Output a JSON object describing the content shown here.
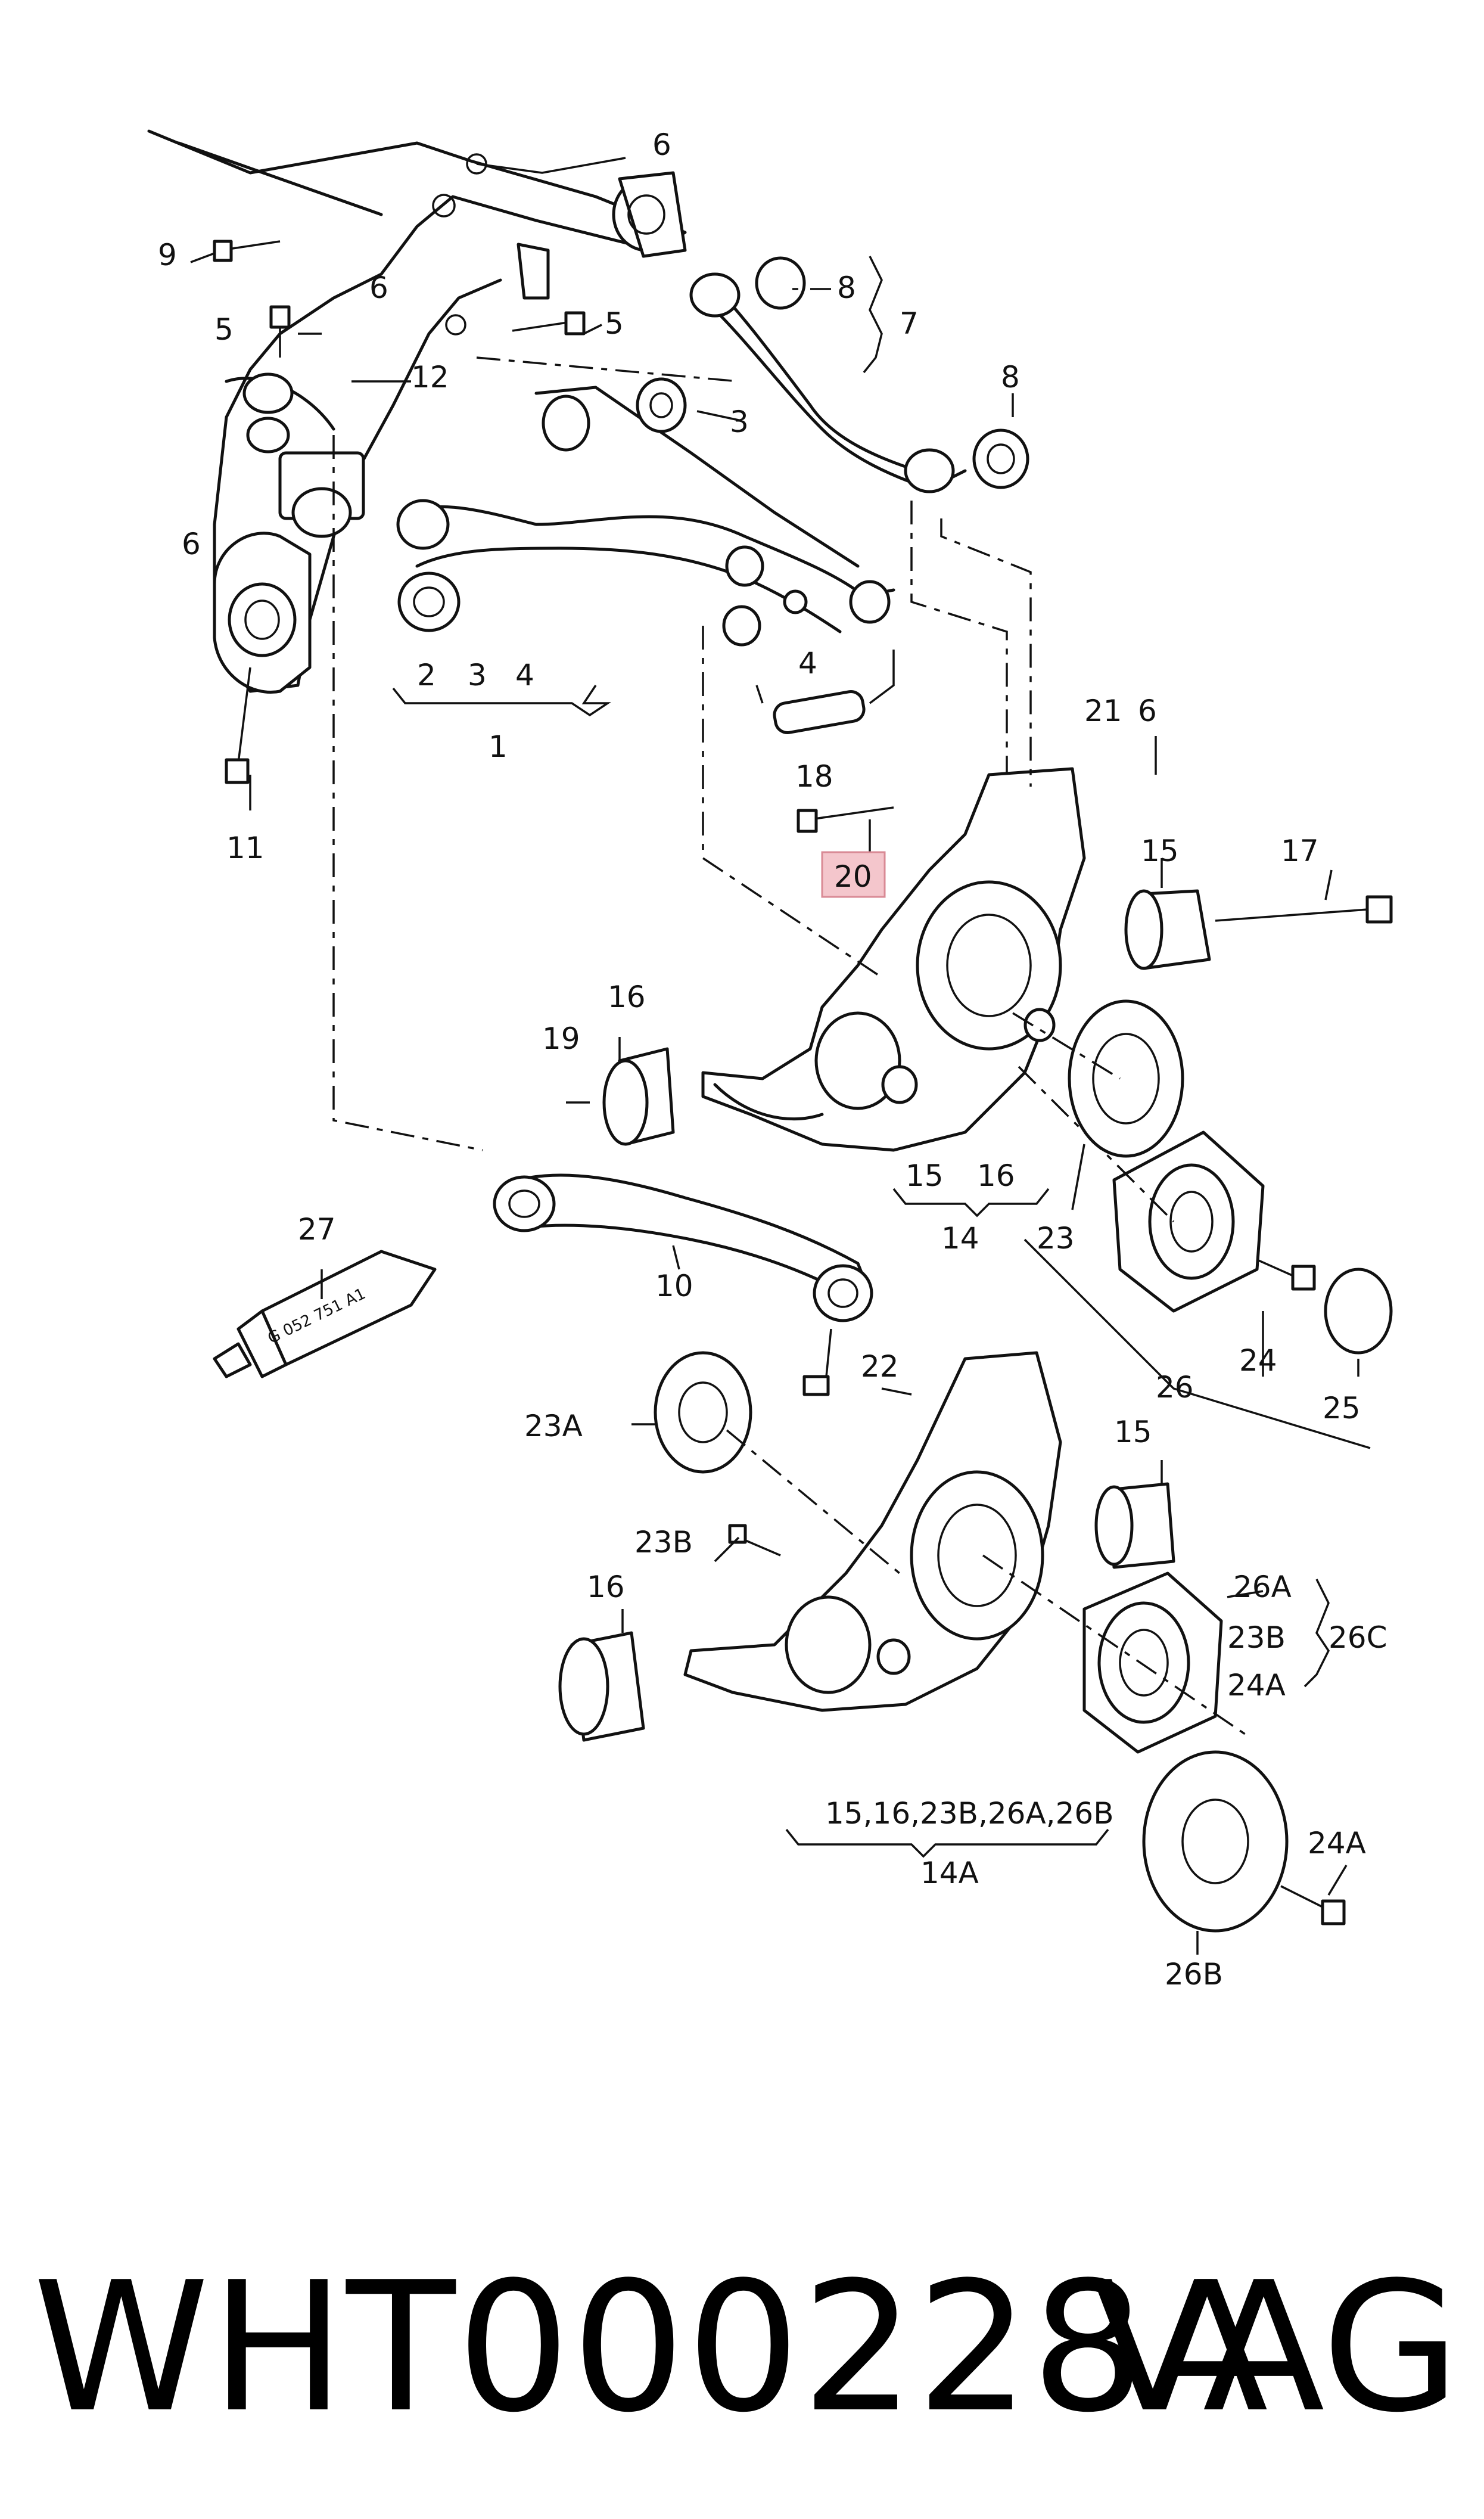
{
  "callouts": {
    "c1": "1",
    "c2": "2",
    "c3a": "3",
    "c3b": "3",
    "c4a": "4",
    "c4b": "4",
    "c5a": "5",
    "c5b": "5",
    "c6a": "6",
    "c6b": "6",
    "c6c": "6",
    "c6d": "6",
    "c7": "7",
    "c8a": "8",
    "c8b": "8",
    "c9": "9",
    "c10": "10",
    "c11": "11",
    "c12": "12",
    "c14": "14",
    "c15a": "15",
    "c15b": "15",
    "c15c": "15",
    "c16a": "16",
    "c16b": "16",
    "c16c": "16",
    "c17": "17",
    "c18": "18",
    "c19": "19",
    "c20": "20",
    "c21": "21",
    "c22": "22",
    "c23": "23",
    "c23A": "23A",
    "c23B": "23B",
    "c23Bb": "23B",
    "c24": "24",
    "c24A": "24A",
    "c24Ab": "24A",
    "c25": "25",
    "c26": "26",
    "c26A": "26A",
    "c26B": "26B",
    "c26C": "26C",
    "c27": "27",
    "c14A": "14A",
    "c14A_list": "15,16,23B,26A,26B"
  },
  "tube_label": "G 052 751 A1",
  "highlight_color": "#f4c6cc",
  "footer": {
    "part_number": "WHT000228A",
    "brand": "VAG"
  }
}
